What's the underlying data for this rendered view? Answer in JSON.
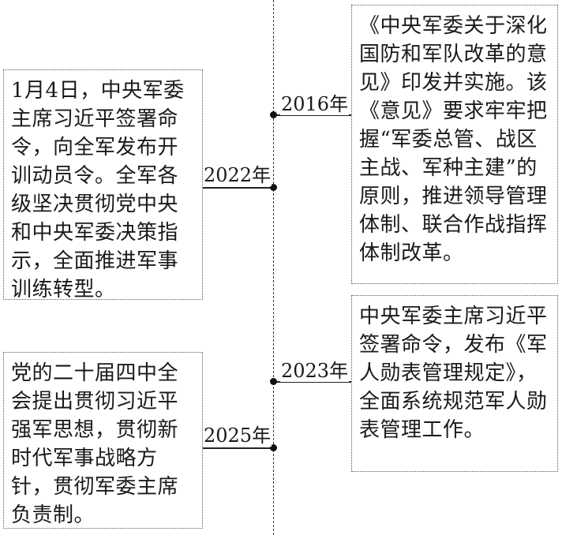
{
  "timeline": {
    "events": [
      {
        "year": "2016年",
        "text": "《中央军委关于深化国防和军队改革的意见》印发并实施。该《意见》要求牢牢把握“军委总管、战区主战、军种主建”的原则，推进领导管理体制、联合作战指挥体制改革。"
      },
      {
        "year": "2022年",
        "text": "1月4日，中央军委主席习近平签署命令，向全军发布开训动员令。全军各级坚决贯彻党中央和中央军委决策指示，全面推进军事训练转型。"
      },
      {
        "year": "2023年",
        "text": "中央军委主席习近平签署命令，发布《军人勋表管理规定》，全面系统规范军人勋表管理工作。"
      },
      {
        "year": "2025年",
        "text": "党的二十届四中全会提出贯彻习近平强军思想，贯彻新时代军事战略方针，贯彻军委主席负责制。"
      }
    ]
  }
}
